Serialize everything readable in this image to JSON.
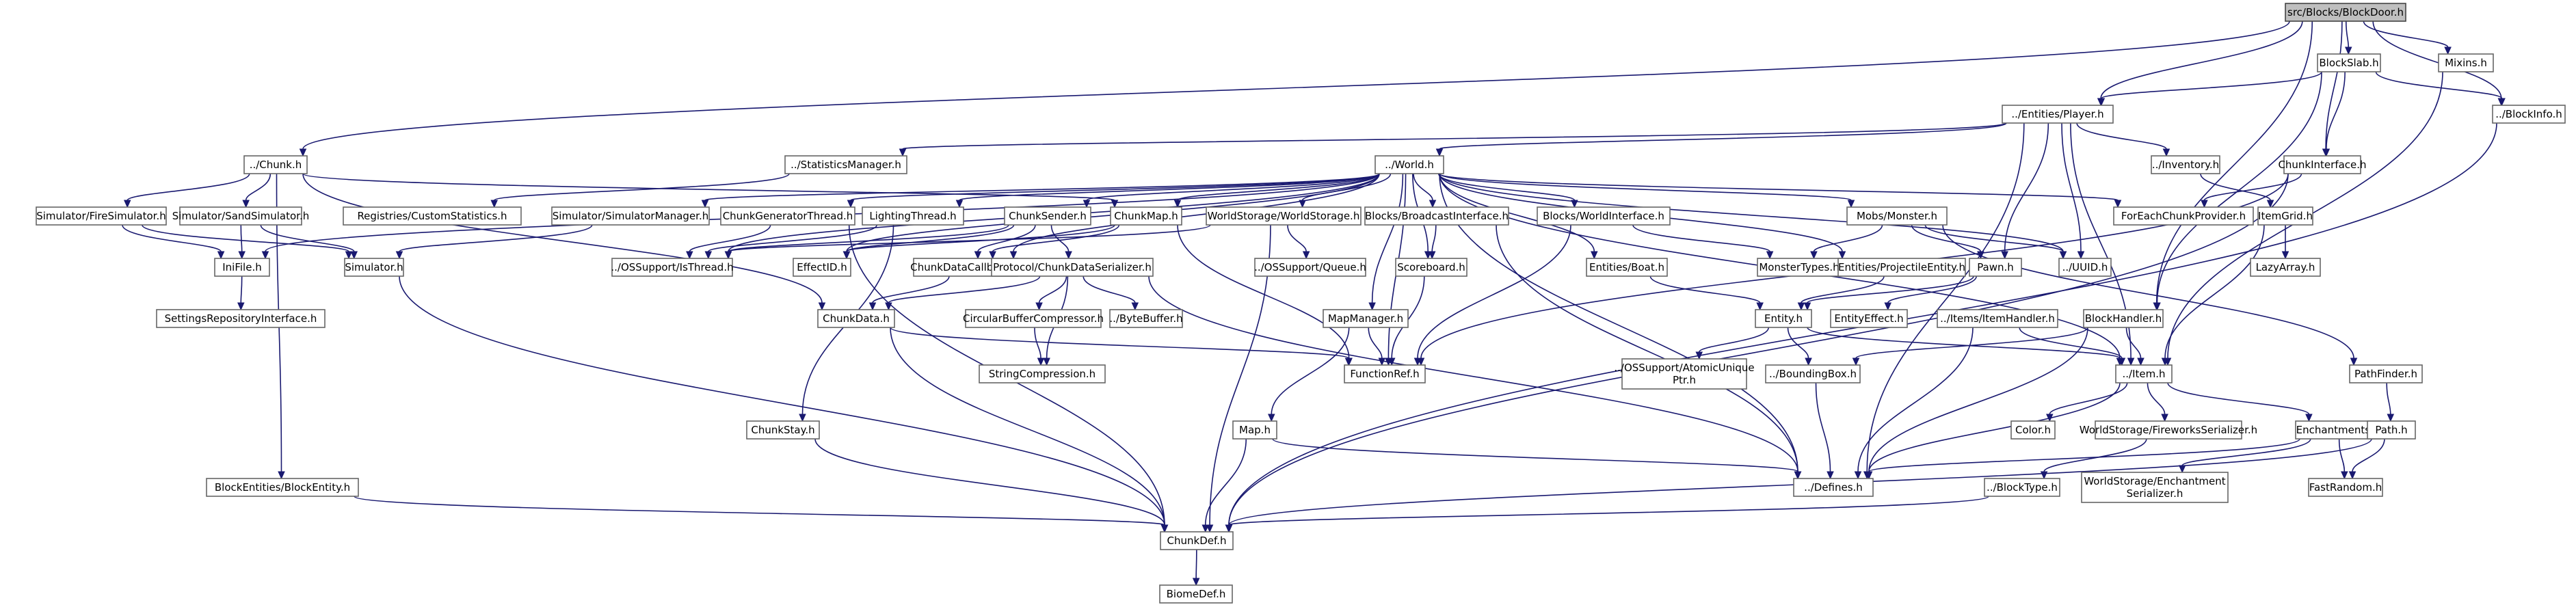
{
  "graph": {
    "root": "src/Blocks/BlockDoor.h",
    "nodes": {
      "n0": "src/Blocks/BlockDoor.h",
      "n1": "../Chunk.h",
      "n2": "BlockSlab.h",
      "n3": "Mixins.h",
      "n4": "../Entities/Player.h",
      "n5": "ChunkInterface.h",
      "n6": "../BlockInfo.h",
      "n7": "../StatisticsManager.h",
      "n8": "../World.h",
      "n9": "../Inventory.h",
      "n10": "Simulator/FireSimulator.h",
      "n11": "Simulator/SandSimulator.h",
      "n12": "Registries/CustomStatistics.h",
      "n13": "Simulator/SimulatorManager.h",
      "n14": "ChunkGeneratorThread.h",
      "n15": "LightingThread.h",
      "n16": "ChunkSender.h",
      "n17": "ChunkMap.h",
      "n18": "WorldStorage/WorldStorage.h",
      "n19": "Blocks/BroadcastInterface.h",
      "n20": "Blocks/WorldInterface.h",
      "n21": "Mobs/Monster.h",
      "n22": "ForEachChunkProvider.h",
      "n23": "ItemGrid.h",
      "n24": "IniFile.h",
      "n25": "Simulator.h",
      "n26": "../OSSupport/IsThread.h",
      "n27": "EffectID.h",
      "n28": "ChunkDataCallback.h",
      "n29": "../OSSupport/Queue.h",
      "n30": "Scoreboard.h",
      "n31": "Entities/Boat.h",
      "n32": "MonsterTypes.h",
      "n33": "Entities/ProjectileEntity.h",
      "n34": "Pawn.h",
      "n35": "../UUID.h",
      "n36": "LazyArray.h",
      "n37": "SettingsRepositoryInterface.h",
      "n38": "Protocol/ChunkDataSerializer.h",
      "n39": "ChunkData.h",
      "n40": "CircularBufferCompressor.h",
      "n41": "../ByteBuffer.h",
      "n42": "MapManager.h",
      "n43": "Entity.h",
      "n44": "EntityEffect.h",
      "n45": "../Items/ItemHandler.h",
      "n46": "BlockHandler.h",
      "n47": "StringCompression.h",
      "n48": "FunctionRef.h",
      "n49": "../OSSupport/AtomicUnique Ptr.h",
      "n50": "../BoundingBox.h",
      "n51": "../Item.h",
      "n52": "PathFinder.h",
      "n53": "ChunkStay.h",
      "n54": "Map.h",
      "n55": "Color.h",
      "n56": "WorldStorage/FireworksSerializer.h",
      "n57": "Enchantments.h",
      "n58": "Path.h",
      "n59": "BlockEntities/BlockEntity.h",
      "n60": "../Defines.h",
      "n61": "../BlockType.h",
      "n62": "WorldStorage/Enchantment Serializer.h",
      "n63": "FastRandom.h",
      "n64": "ChunkDef.h",
      "n65": "BiomeDef.h"
    },
    "edges": [
      [
        "n0",
        "n1"
      ],
      [
        "n0",
        "n2"
      ],
      [
        "n0",
        "n3"
      ],
      [
        "n0",
        "n4"
      ],
      [
        "n0",
        "n5"
      ],
      [
        "n0",
        "n6"
      ],
      [
        "n0",
        "n46"
      ],
      [
        "n2",
        "n4"
      ],
      [
        "n2",
        "n5"
      ],
      [
        "n2",
        "n6"
      ],
      [
        "n2",
        "n46"
      ],
      [
        "n3",
        "n51"
      ],
      [
        "n6",
        "n64"
      ],
      [
        "n4",
        "n7"
      ],
      [
        "n4",
        "n8"
      ],
      [
        "n4",
        "n9"
      ],
      [
        "n4",
        "n34"
      ],
      [
        "n4",
        "n35"
      ],
      [
        "n4",
        "n51"
      ],
      [
        "n4",
        "n60"
      ],
      [
        "n5",
        "n22"
      ],
      [
        "n5",
        "n48"
      ],
      [
        "n5",
        "n64"
      ],
      [
        "n9",
        "n23"
      ],
      [
        "n23",
        "n36"
      ],
      [
        "n23",
        "n51"
      ],
      [
        "n7",
        "n12"
      ],
      [
        "n1",
        "n10"
      ],
      [
        "n1",
        "n11"
      ],
      [
        "n1",
        "n17"
      ],
      [
        "n1",
        "n39"
      ],
      [
        "n1",
        "n59"
      ],
      [
        "n10",
        "n24"
      ],
      [
        "n10",
        "n25"
      ],
      [
        "n11",
        "n24"
      ],
      [
        "n11",
        "n25"
      ],
      [
        "n24",
        "n37"
      ],
      [
        "n25",
        "n64"
      ],
      [
        "n8",
        "n13"
      ],
      [
        "n8",
        "n14"
      ],
      [
        "n8",
        "n15"
      ],
      [
        "n8",
        "n16"
      ],
      [
        "n8",
        "n17"
      ],
      [
        "n8",
        "n18"
      ],
      [
        "n8",
        "n19"
      ],
      [
        "n8",
        "n20"
      ],
      [
        "n8",
        "n21"
      ],
      [
        "n8",
        "n22"
      ],
      [
        "n8",
        "n24"
      ],
      [
        "n8",
        "n26"
      ],
      [
        "n8",
        "n27"
      ],
      [
        "n8",
        "n30"
      ],
      [
        "n8",
        "n31"
      ],
      [
        "n8",
        "n33"
      ],
      [
        "n8",
        "n35"
      ],
      [
        "n8",
        "n42"
      ],
      [
        "n8",
        "n48"
      ],
      [
        "n8",
        "n51"
      ],
      [
        "n8",
        "n60"
      ],
      [
        "n8",
        "n28"
      ],
      [
        "n13",
        "n25"
      ],
      [
        "n14",
        "n26"
      ],
      [
        "n14",
        "n64"
      ],
      [
        "n15",
        "n26"
      ],
      [
        "n15",
        "n53"
      ],
      [
        "n16",
        "n26"
      ],
      [
        "n16",
        "n28"
      ],
      [
        "n16",
        "n38"
      ],
      [
        "n16",
        "n27"
      ],
      [
        "n17",
        "n28"
      ],
      [
        "n17",
        "n48"
      ],
      [
        "n17",
        "n27"
      ],
      [
        "n18",
        "n26"
      ],
      [
        "n18",
        "n29"
      ],
      [
        "n18",
        "n64"
      ],
      [
        "n19",
        "n30"
      ],
      [
        "n19",
        "n60"
      ],
      [
        "n20",
        "n48"
      ],
      [
        "n20",
        "n32"
      ],
      [
        "n21",
        "n32"
      ],
      [
        "n21",
        "n34"
      ],
      [
        "n21",
        "n35"
      ],
      [
        "n21",
        "n52"
      ],
      [
        "n28",
        "n39"
      ],
      [
        "n38",
        "n39"
      ],
      [
        "n38",
        "n40"
      ],
      [
        "n38",
        "n41"
      ],
      [
        "n38",
        "n47"
      ],
      [
        "n38",
        "n60"
      ],
      [
        "n40",
        "n47"
      ],
      [
        "n39",
        "n48"
      ],
      [
        "n39",
        "n64"
      ],
      [
        "n30",
        "n48"
      ],
      [
        "n42",
        "n48"
      ],
      [
        "n42",
        "n54"
      ],
      [
        "n31",
        "n43"
      ],
      [
        "n33",
        "n43"
      ],
      [
        "n34",
        "n43"
      ],
      [
        "n34",
        "n44"
      ],
      [
        "n43",
        "n49"
      ],
      [
        "n43",
        "n50"
      ],
      [
        "n43",
        "n51"
      ],
      [
        "n45",
        "n51"
      ],
      [
        "n45",
        "n60"
      ],
      [
        "n46",
        "n50"
      ],
      [
        "n46",
        "n51"
      ],
      [
        "n46",
        "n60"
      ],
      [
        "n50",
        "n60"
      ],
      [
        "n51",
        "n55"
      ],
      [
        "n51",
        "n56"
      ],
      [
        "n51",
        "n57"
      ],
      [
        "n51",
        "n60"
      ],
      [
        "n56",
        "n61"
      ],
      [
        "n57",
        "n60"
      ],
      [
        "n57",
        "n62"
      ],
      [
        "n57",
        "n63"
      ],
      [
        "n52",
        "n58"
      ],
      [
        "n58",
        "n63"
      ],
      [
        "n58",
        "n64"
      ],
      [
        "n53",
        "n64"
      ],
      [
        "n54",
        "n64"
      ],
      [
        "n54",
        "n60"
      ],
      [
        "n59",
        "n64"
      ],
      [
        "n61",
        "n64"
      ],
      [
        "n64",
        "n65"
      ]
    ]
  }
}
